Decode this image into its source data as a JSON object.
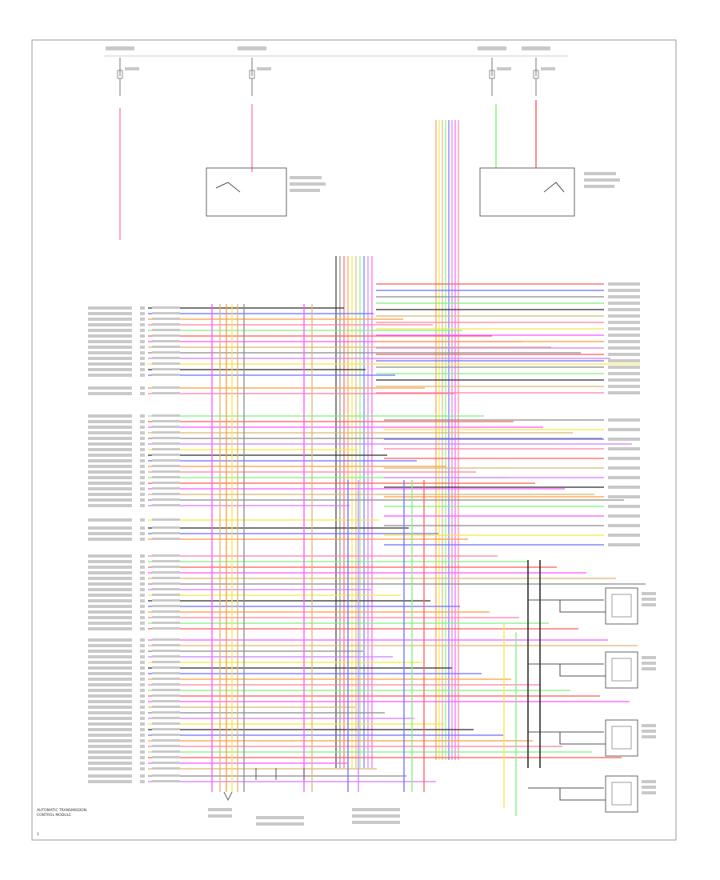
{
  "footer": {
    "module_caption": [
      "AUTOMATIC TRANSMISSION",
      "CONTROL MODULE"
    ],
    "page_id": "1"
  },
  "colors": {
    "black": "#2b2b2b",
    "gray": "#8a8a8a",
    "red": "#ff5a5a",
    "pink": "#ff7fa0",
    "orange": "#ff9a3c",
    "yellow": "#f3e840",
    "tan": "#d8b870",
    "green": "#7cf07c",
    "blue": "#6c6cff",
    "violet": "#d27bff",
    "magenta": "#ff55ff",
    "white": "#dcdcdc"
  }
}
